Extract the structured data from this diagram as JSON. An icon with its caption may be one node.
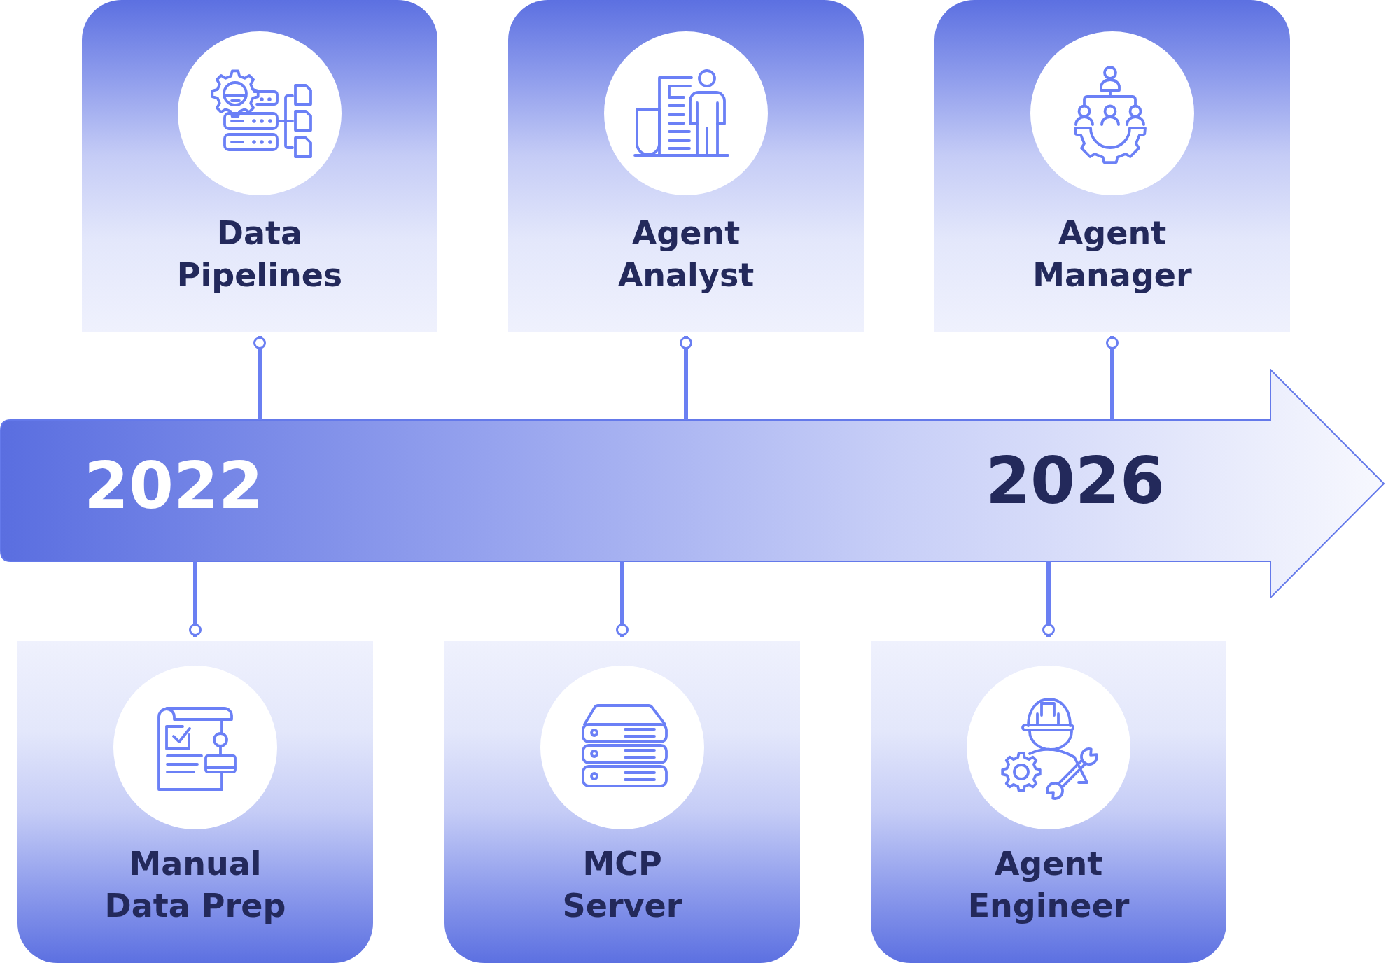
{
  "diagram": {
    "nodes": [
      {
        "text": [
          "Data Pipelines"
        ]
      },
      {
        "text": [
          "Agent Analyst"
        ]
      },
      {
        "text": [
          "Agent Manager"
        ]
      },
      {
        "text": [
          "2022",
          "2026"
        ]
      },
      {
        "text": [
          "Manual Data Prep"
        ]
      },
      {
        "text": [
          "MCP Server"
        ]
      },
      {
        "text": [
          "Agent Engineer"
        ]
      }
    ],
    "edges": [
      {
        "from": 0,
        "to": 3,
        "arrow": "other"
      },
      {
        "from": 1,
        "to": 3,
        "arrow": "other"
      },
      {
        "from": 2,
        "to": 3,
        "arrow": "other"
      },
      {
        "from": 4,
        "to": 3,
        "arrow": "other"
      },
      {
        "from": 5,
        "to": 3,
        "arrow": "other"
      },
      {
        "from": 6,
        "to": 3,
        "arrow": "other"
      }
    ]
  }
}
